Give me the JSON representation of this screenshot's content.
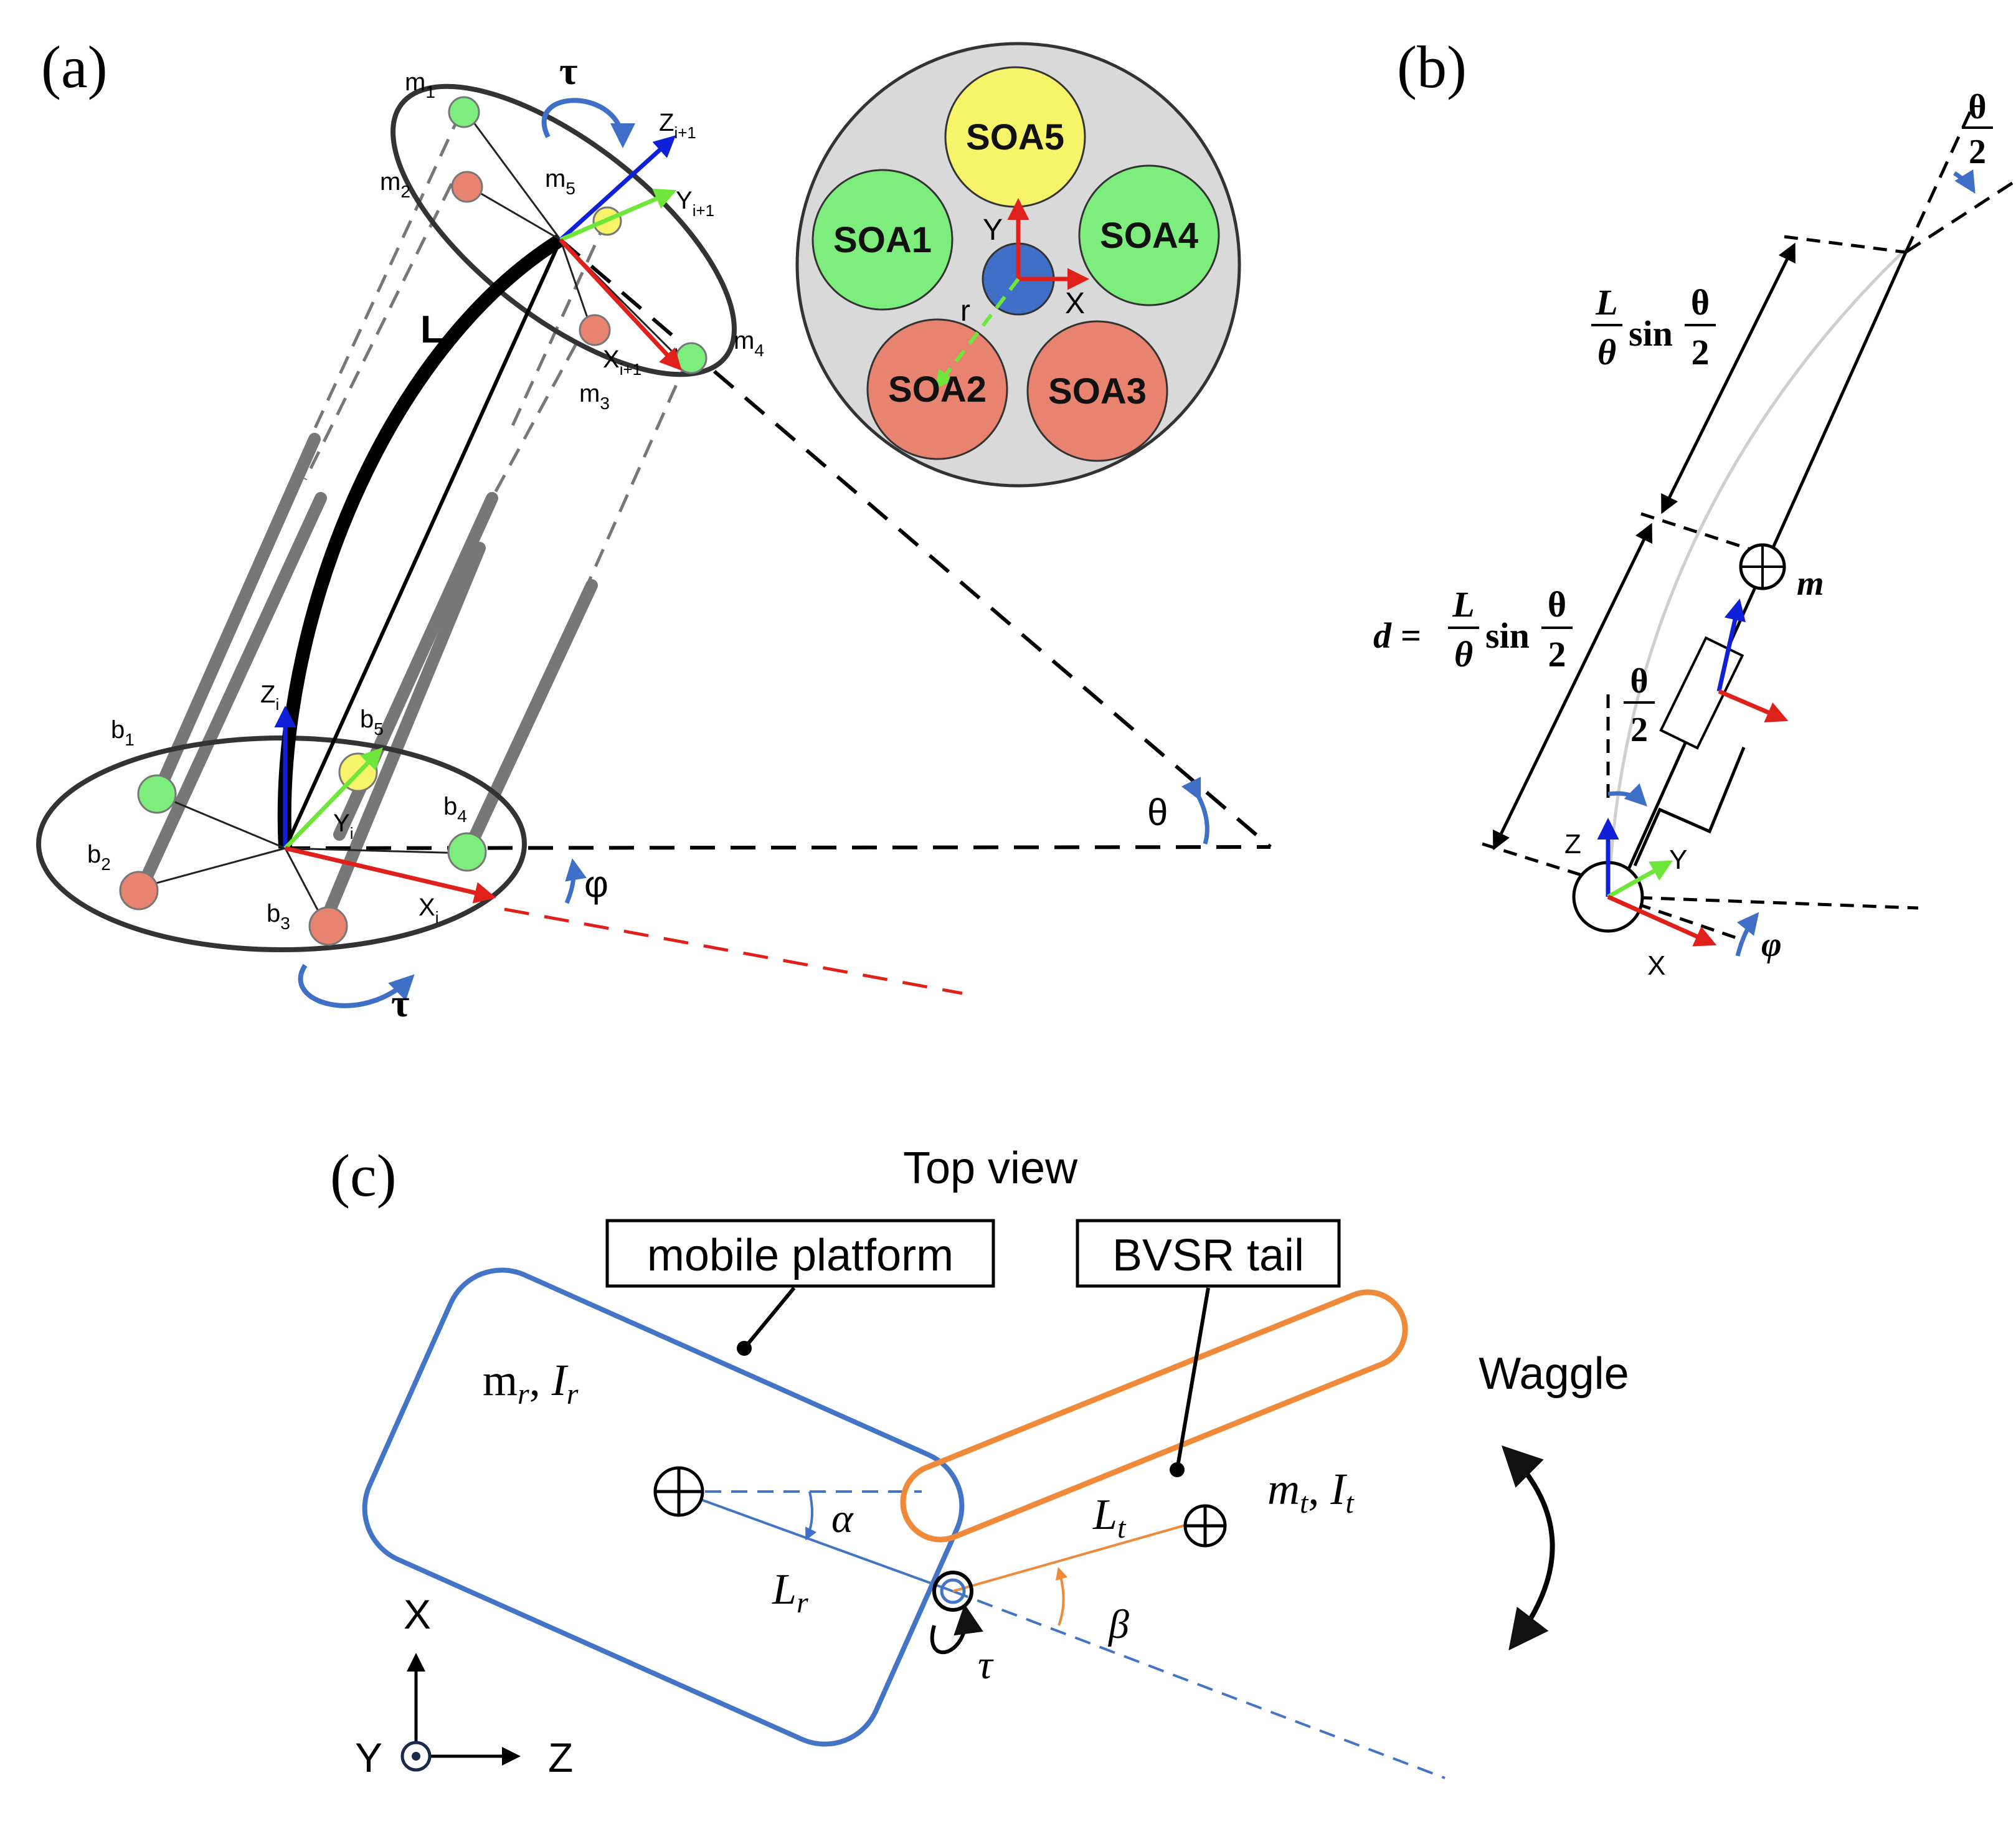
{
  "panels": {
    "a": {
      "label": "(a)",
      "top_masses": [
        "m",
        "m",
        "m",
        "m",
        "m"
      ],
      "top_mass_subs": [
        "1",
        "2",
        "3",
        "4",
        "5"
      ],
      "base_points": [
        "b",
        "b",
        "b",
        "b",
        "b"
      ],
      "base_point_subs": [
        "1",
        "2",
        "3",
        "4",
        "5"
      ],
      "tau_top": "τ",
      "tau_bottom": "τ",
      "length_label": "L",
      "theta_label": "θ",
      "phi_label": "φ",
      "top_frame": {
        "z": "Z",
        "y": "Y",
        "x": "X",
        "sub": "i+1"
      },
      "base_frame": {
        "z": "Z",
        "y": "Y",
        "x": "X",
        "sub": "i"
      },
      "cross_section": {
        "soa": [
          "SOA1",
          "SOA2",
          "SOA3",
          "SOA4",
          "SOA5"
        ],
        "axis_y": "Y",
        "axis_x": "X",
        "radius_label": "r"
      }
    },
    "b": {
      "label": "(b)",
      "theta_half_top": {
        "num": "θ",
        "den": "2"
      },
      "upper_length": {
        "L": "L",
        "theta": "θ",
        "sin": "sin",
        "num": "θ",
        "den": "2"
      },
      "lower_length": {
        "d": "d =",
        "L": "L",
        "theta": "θ",
        "sin": "sin",
        "num": "θ",
        "den": "2"
      },
      "theta_half_mid": {
        "num": "θ",
        "den": "2"
      },
      "mass_label": "m",
      "axis_z": "Z",
      "axis_y": "Y",
      "axis_x": "X",
      "phi_label": "φ"
    },
    "c": {
      "label": "(c)",
      "title": "Top view",
      "platform_box": "mobile platform",
      "tail_box": "BVSR tail",
      "waggle": "Waggle",
      "platform_mass": "m",
      "platform_mass_sub": "r",
      "platform_inertia": "I",
      "platform_inertia_sub": "r",
      "tail_mass": "m",
      "tail_mass_sub": "t",
      "tail_inertia": "I",
      "tail_inertia_sub": "t",
      "alpha": "α",
      "beta": "β",
      "Lr": "L",
      "Lr_sub": "r",
      "Lt": "L",
      "Lt_sub": "t",
      "tau": "τ",
      "axis_x": "X",
      "axis_y": "Y",
      "axis_z": "Z"
    }
  },
  "colors": {
    "green": "#7ded7d",
    "red": "#e8836f",
    "yellow": "#f8f46a",
    "blue_core": "#3f6fc6",
    "gray_disc": "#d9d9d9",
    "orange": "#ee8a3a",
    "platform_blue": "#4474c6",
    "arrow_blue": "#3f6fc6"
  }
}
